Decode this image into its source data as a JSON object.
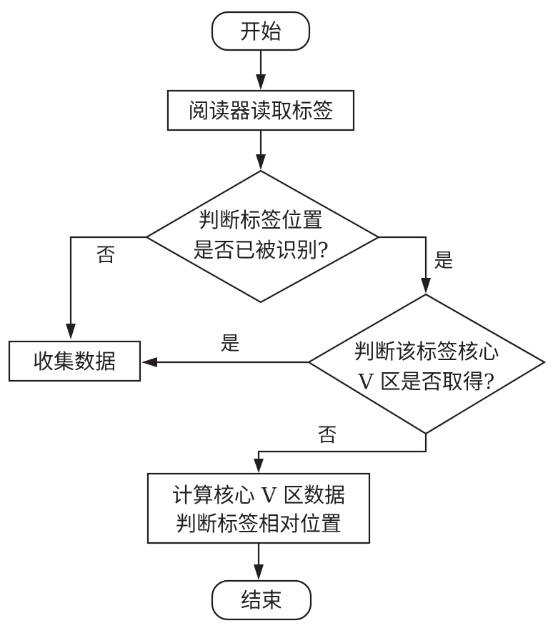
{
  "nodes": {
    "start": "开始",
    "read_tag": "阅读器读取标签",
    "decision1": [
      "判断标签位置",
      "是否已被识别?"
    ],
    "collect": "收集数据",
    "decision2": [
      "判断该标签核心",
      "V 区是否取得?"
    ],
    "compute": [
      "计算核心 V 区数据",
      "判断标签相对位置"
    ],
    "end": "结束"
  },
  "branch_labels": {
    "decision1_no": "否",
    "decision1_yes": "是",
    "decision2_yes": "是",
    "decision2_no": "否"
  },
  "colors": {
    "stroke": "#231f20",
    "fill": "#ffffff"
  }
}
